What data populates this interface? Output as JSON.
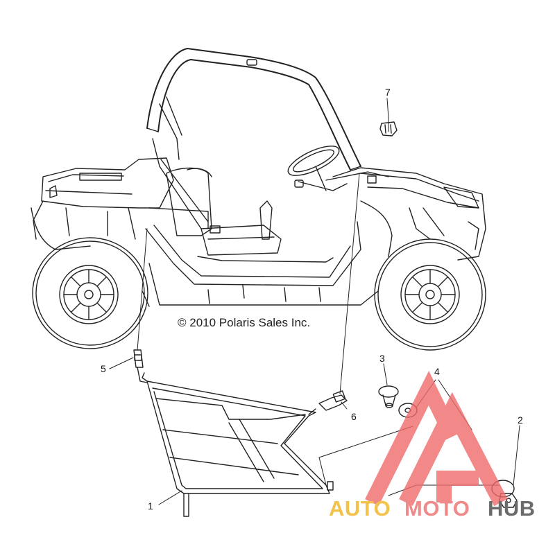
{
  "diagram": {
    "copyright": "© 2010 Polaris Sales Inc.",
    "callouts": [
      {
        "id": "1",
        "label": "1"
      },
      {
        "id": "2",
        "label": "2"
      },
      {
        "id": "3",
        "label": "3"
      },
      {
        "id": "4",
        "label": "4"
      },
      {
        "id": "5",
        "label": "5"
      },
      {
        "id": "6",
        "label": "6"
      },
      {
        "id": "7",
        "label": "7"
      }
    ]
  },
  "watermark": {
    "part1": "AUTO",
    "part2": "MOTO",
    "part3": "HUB",
    "colors": {
      "triangle": "#ef6b6b",
      "auto": "#f2c24a",
      "moto": "#ef8a8a",
      "hub": "#6b6b6b"
    }
  }
}
